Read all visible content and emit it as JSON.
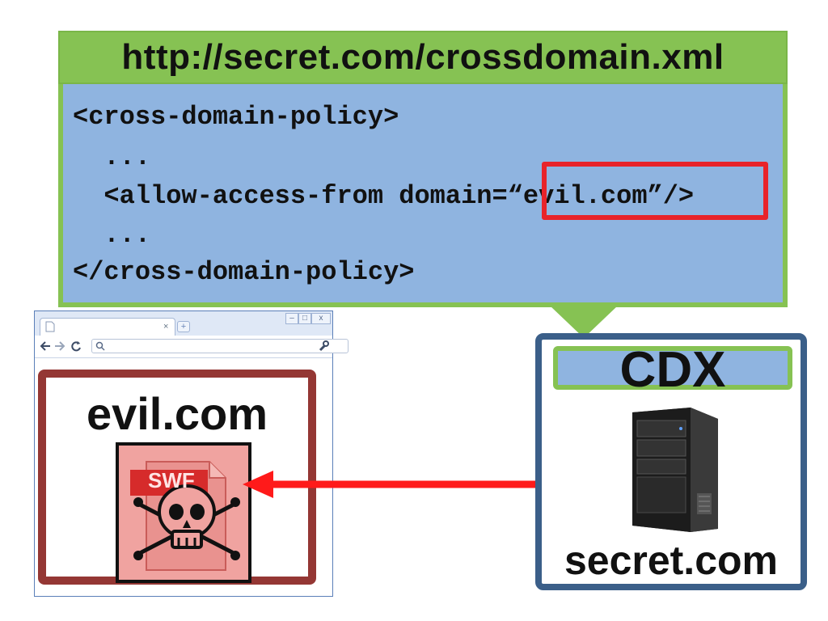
{
  "policy": {
    "url": "http://secret.com/crossdomain.xml",
    "lines": [
      "<cross-domain-policy>",
      "  ...",
      "  <allow-access-from domain=“evil.com”/>",
      "  ...",
      "</cross-domain-policy>"
    ]
  },
  "browser": {
    "tab_close": "×",
    "new_tab": "+",
    "evil_domain": "evil.com",
    "swf_badge": "SWF"
  },
  "server": {
    "title": "CDX",
    "domain": "secret.com"
  },
  "icons": {
    "back": "back-arrow-icon",
    "forward": "forward-arrow-icon",
    "reload": "reload-icon",
    "search": "search-icon",
    "wrench": "wrench-icon",
    "skull": "skull-crossbones-icon",
    "server": "server-tower-icon"
  },
  "colors": {
    "callout_green": "#86c253",
    "code_blue": "#8fb4e0",
    "highlight_red": "#e8232a",
    "evil_frame": "#943734",
    "server_border": "#3b5f89",
    "arrow_red": "#ff1a1a"
  }
}
